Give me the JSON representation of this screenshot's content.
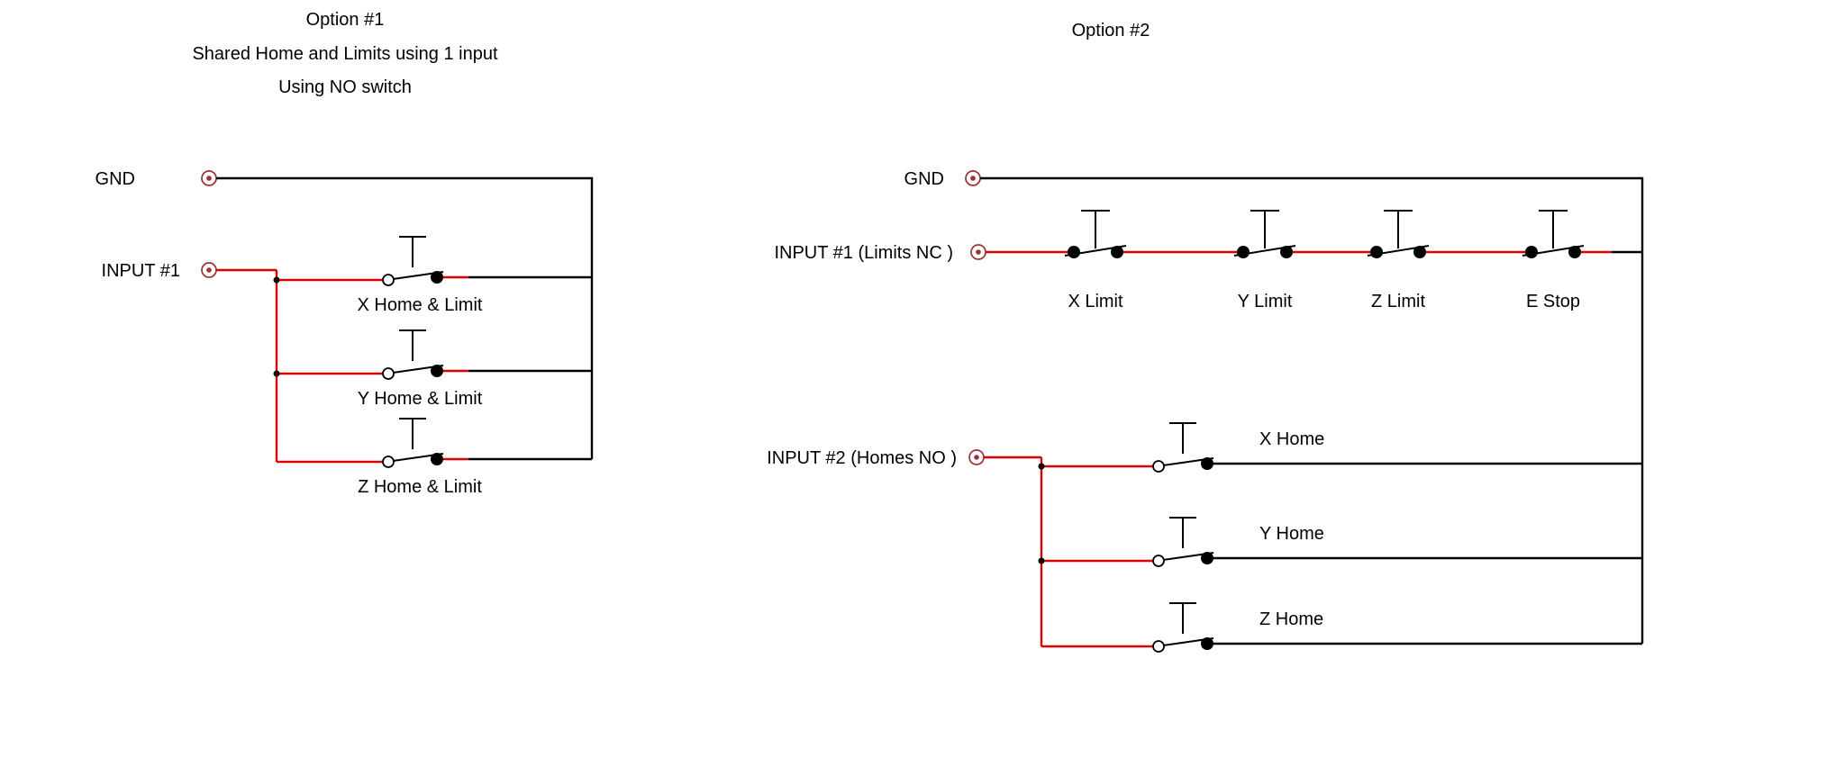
{
  "colors": {
    "wire_red": "#dd0000",
    "wire_black": "#000000",
    "terminal": "#993333",
    "background": "#ffffff"
  },
  "option1": {
    "title_lines": [
      "Option #1",
      "Shared Home and Limits using 1 input",
      "Using NO switch"
    ],
    "gnd_label": "GND",
    "input_label": "INPUT #1",
    "switch_labels": [
      "X Home & Limit",
      "Y Home & Limit",
      "Z Home & Limit"
    ]
  },
  "option2": {
    "title": "Option #2",
    "gnd_label": "GND",
    "input1_label": "INPUT #1 (Limits NC )",
    "input2_label": "INPUT #2 (Homes NO )",
    "nc_switch_labels": [
      "X Limit",
      "Y Limit",
      "Z Limit",
      "E Stop"
    ],
    "no_switch_labels": [
      "X Home",
      "Y Home",
      "Z Home"
    ]
  }
}
